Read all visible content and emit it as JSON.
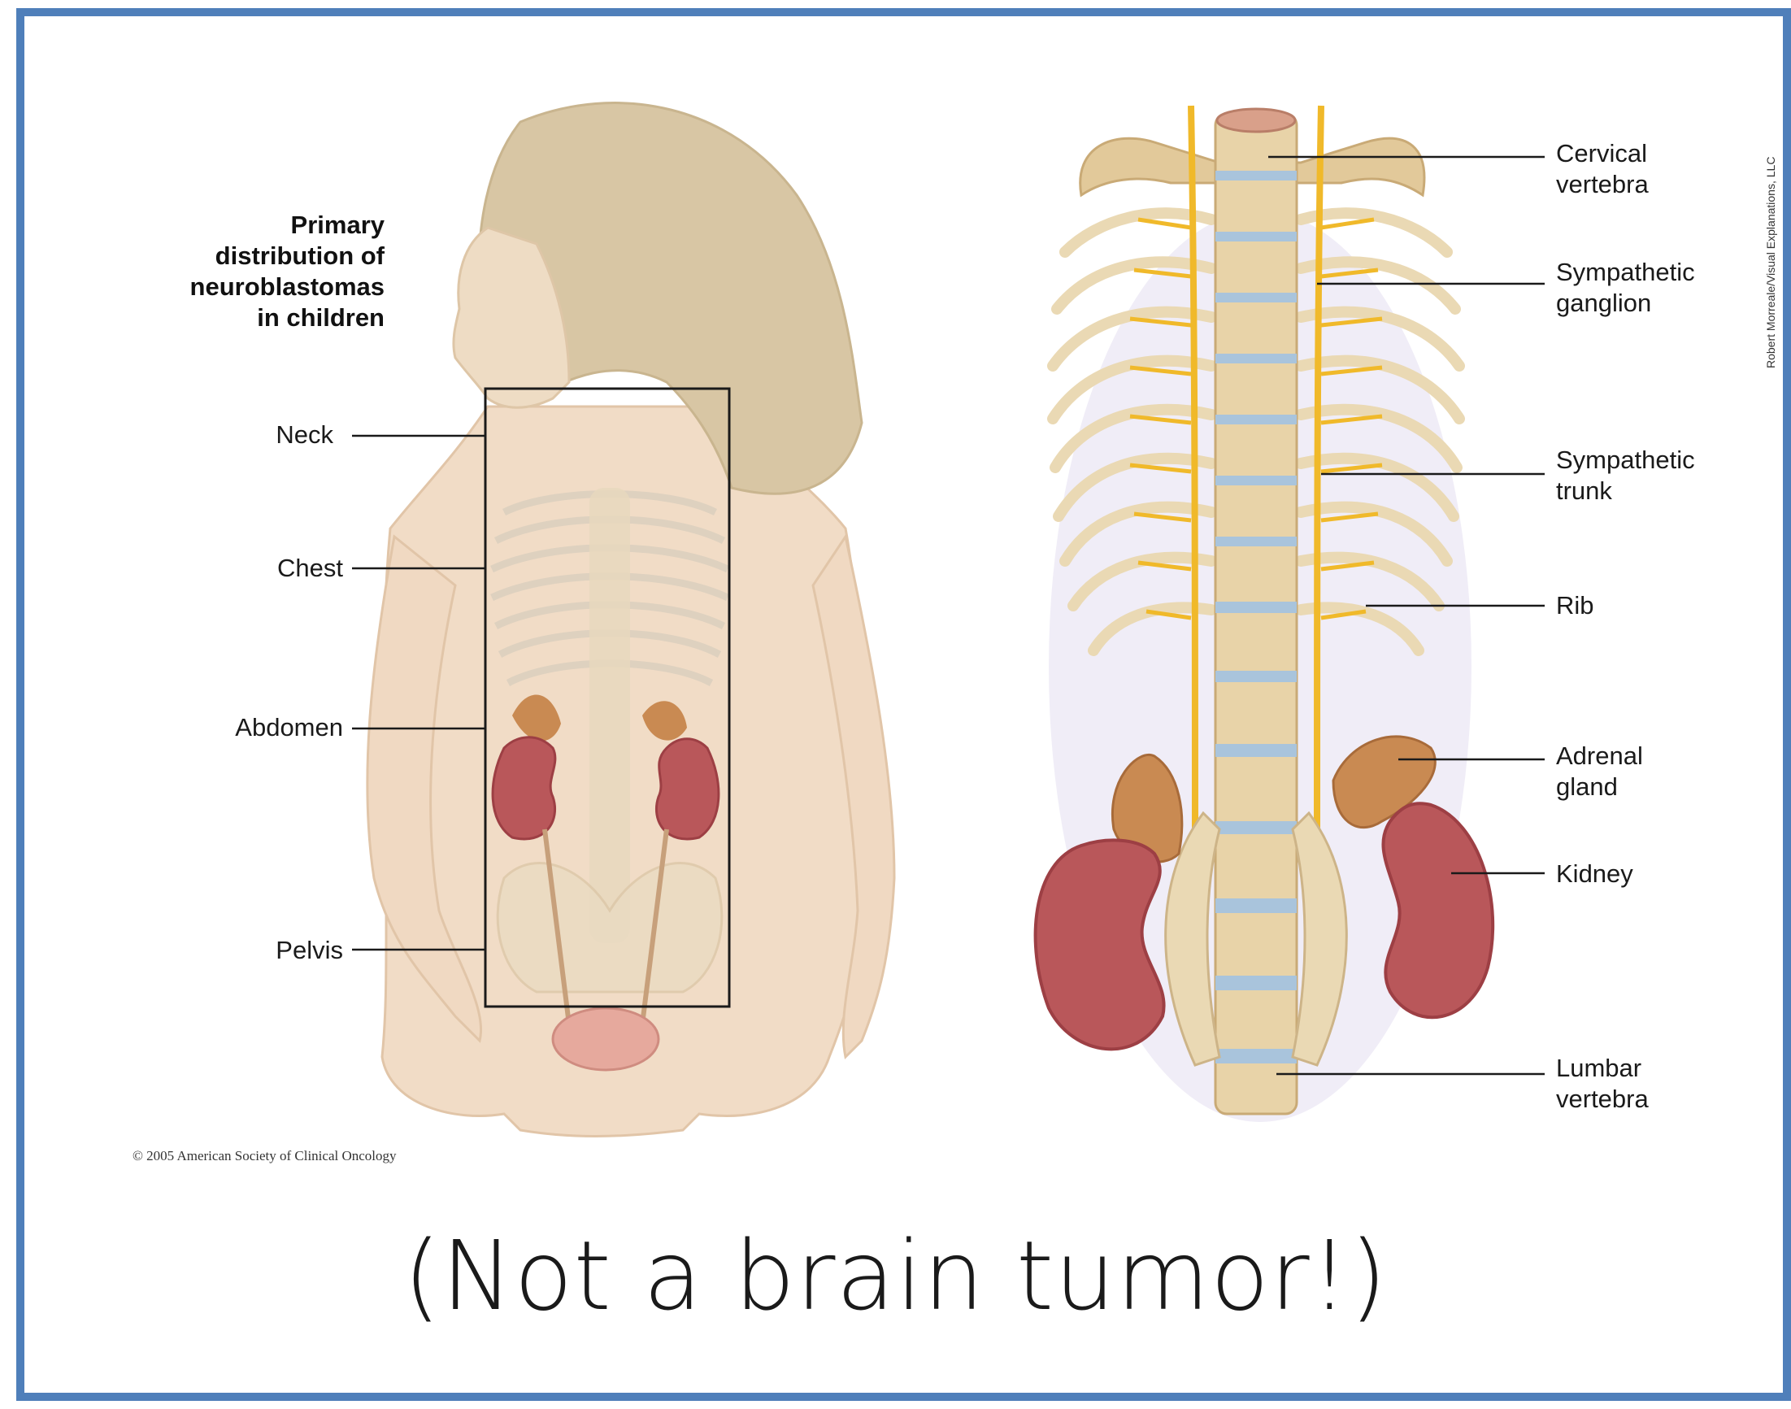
{
  "figure": {
    "left_panel": {
      "title": "Primary distribution of neuroblastomas in children",
      "title_lines": [
        "Primary",
        "distribution of",
        "neuroblastomas",
        "in children"
      ],
      "labels": [
        "Neck",
        "Chest",
        "Abdomen",
        "Pelvis"
      ],
      "copyright": "© 2005 American Society of Clinical Oncology"
    },
    "right_panel": {
      "labels": [
        {
          "line1": "Cervical",
          "line2": "vertebra"
        },
        {
          "line1": "Sympathetic",
          "line2": "ganglion"
        },
        {
          "line1": "Sympathetic",
          "line2": "trunk"
        },
        {
          "line1": "Rib",
          "line2": ""
        },
        {
          "line1": "Adrenal",
          "line2": "gland"
        },
        {
          "line1": "Kidney",
          "line2": ""
        },
        {
          "line1": "Lumbar",
          "line2": "vertebra"
        }
      ],
      "credit": "Robert Morreale/Visual Explanations, LLC"
    }
  },
  "caption": "(Not a brain tumor!)",
  "colors": {
    "frame": "#4f7fba",
    "skin": "#f1dcc6",
    "hair": "#d8c6a4",
    "kidney": "#b9575a",
    "adrenal": "#c98a52",
    "nerve": "#f0b92a",
    "bone": "#e8d3a8",
    "disc": "#a9c4dc"
  }
}
